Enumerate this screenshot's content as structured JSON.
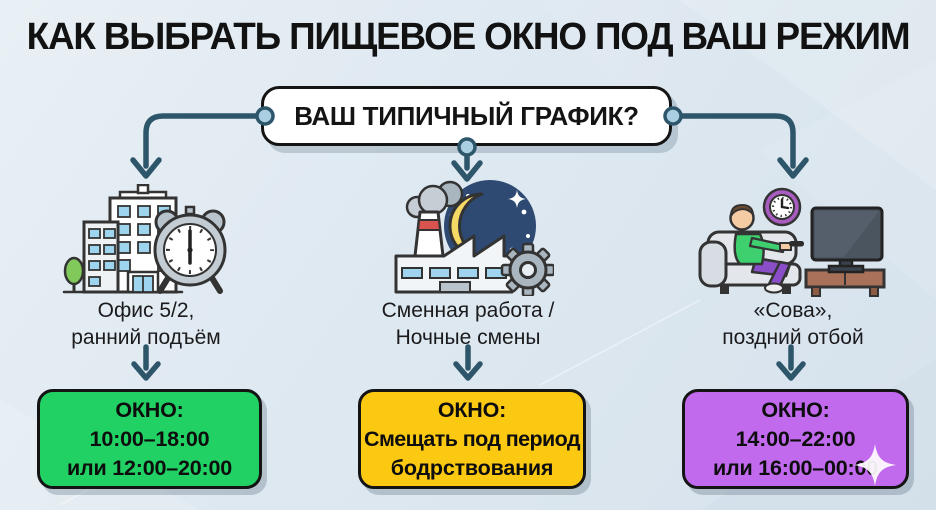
{
  "title": "КАК ВЫБРАТЬ ПИЩЕВОЕ ОКНО ПОД ВАШ РЕЖИМ",
  "question_label": "ВАШ ТИПИЧНЫЙ ГРАФИК?",
  "columns": [
    {
      "id": "office",
      "icon": "office-building-alarm-clock-icon",
      "label_line1": "Офис 5/2,",
      "label_line2": "ранний подъём",
      "window": {
        "line1": "ОКНО:",
        "line2": "10:00–18:00",
        "line3": "или 12:00–20:00",
        "color": "#22d164"
      }
    },
    {
      "id": "shift-work",
      "icon": "factory-night-shift-icon",
      "label_line1": "Сменная работа /",
      "label_line2": "Ночные смены",
      "window": {
        "line1": "ОКНО:",
        "line2": "Смещать под период",
        "line3": "бодрствования",
        "color": "#fbc912"
      }
    },
    {
      "id": "night-owl",
      "icon": "couch-tv-night-owl-icon",
      "label_line1": "«Сова»,",
      "label_line2": "поздний отбой",
      "window": {
        "line1": "ОКНО:",
        "line2": "14:00–22:00",
        "line3": "или 16:00–00:00",
        "color": "#c16aee"
      }
    }
  ],
  "decorations": {
    "sparkle_icon": "four-point-sparkle"
  },
  "colors": {
    "background": "#dde7ef",
    "arrow": "#2e566b",
    "connector_dot_fill": "#abcfe2",
    "box_border": "#141414",
    "window_green": "#22d164",
    "window_yellow": "#fbc912",
    "window_purple": "#c16aee"
  }
}
